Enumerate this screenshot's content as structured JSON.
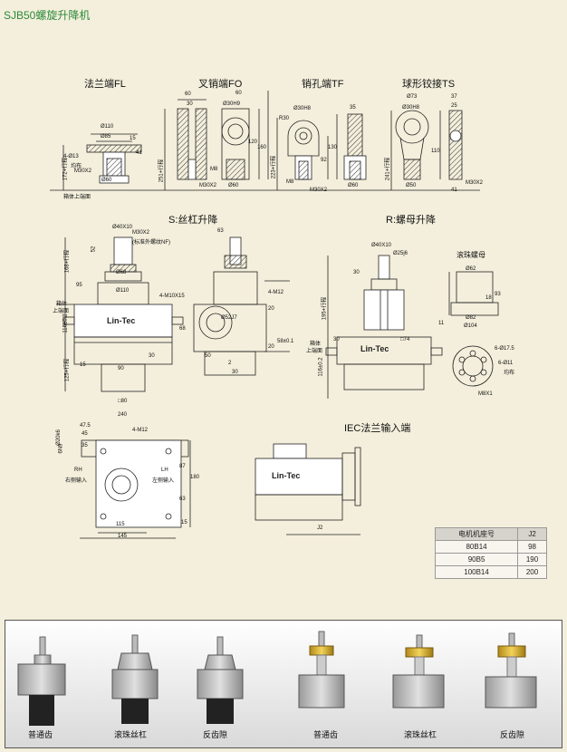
{
  "title": "SJB50螺旋升降机",
  "ends": {
    "fl": "法兰端FL",
    "fo": "叉销端FO",
    "tf": "销孔端TF",
    "ts": "球形铰接TS"
  },
  "sections": {
    "s": "S:丝杠升降",
    "r": "R:螺母升降",
    "iec": "IEC法兰输入端"
  },
  "dims": {
    "d110": "Ø110",
    "d85": "Ø85",
    "d4_13": "4-Ø13",
    "even": "均布",
    "m30x2": "M30X2",
    "d60": "Ø60",
    "n15": "15",
    "n41": "41",
    "n172": "172+行程",
    "box_top": "箱体上端面",
    "n60": "60",
    "n30": "30",
    "d30h9": "Ø30H9",
    "n120": "120",
    "n160": "160",
    "n251": "251+行程",
    "m8": "M8",
    "d30h8": "Ø30H8",
    "r30": "R30",
    "n35": "35",
    "n92": "92",
    "n130": "130",
    "n223": "223+行程",
    "d73": "Ø73",
    "n37": "37",
    "n25": "25",
    "n110": "110",
    "n241": "241+行程",
    "d50": "Ø50",
    "d40x10": "Ø40X10",
    "m30x2_std": "(标准外螺纹NF)",
    "n52": "52",
    "n168": "168+行程",
    "d68": "Ø68",
    "n95": "95",
    "box_top2": "箱体",
    "box_top3": "上端面",
    "n116": "116±0.2",
    "n125": "125+行程",
    "n90": "90",
    "sq80": "□80",
    "n63": "63",
    "m10x15": "4-M10X15",
    "m12": "4-M12",
    "d52": "Ø52J7",
    "n68": "68",
    "n20": "20",
    "n58": "58±0.1",
    "n50": "50",
    "n2": "2",
    "d25": "Ø25j6",
    "n195": "195+行程",
    "sq74": "□74",
    "nut_title": "滚珠螺母",
    "d62": "Ø62",
    "n18": "18",
    "n93": "93",
    "d82": "Ø82",
    "d104": "Ø104",
    "n11": "11",
    "d175": "6-Ø17.5",
    "d11": "6-Ø11",
    "m8x1": "M8X1",
    "n240": "240",
    "n475": "47.5",
    "n45": "45",
    "n35b": "35",
    "d20": "Ø20k6",
    "n6": "6N9",
    "rh": "RH",
    "rh2": "右侧输入",
    "lh": "LH",
    "lh2": "左侧输入",
    "n87": "87",
    "n180": "180",
    "n115": "115",
    "n145": "145",
    "j2": "J2"
  },
  "table": {
    "headers": [
      "电机机座号",
      "J2"
    ],
    "rows": [
      [
        "80B14",
        "98"
      ],
      [
        "90B5",
        "190"
      ],
      [
        "100B14",
        "200"
      ]
    ]
  },
  "photos": {
    "captions": [
      "普通齿",
      "滚珠丝杠",
      "反齿隙",
      "普通齿",
      "滚珠丝杠",
      "反齿隙"
    ]
  }
}
